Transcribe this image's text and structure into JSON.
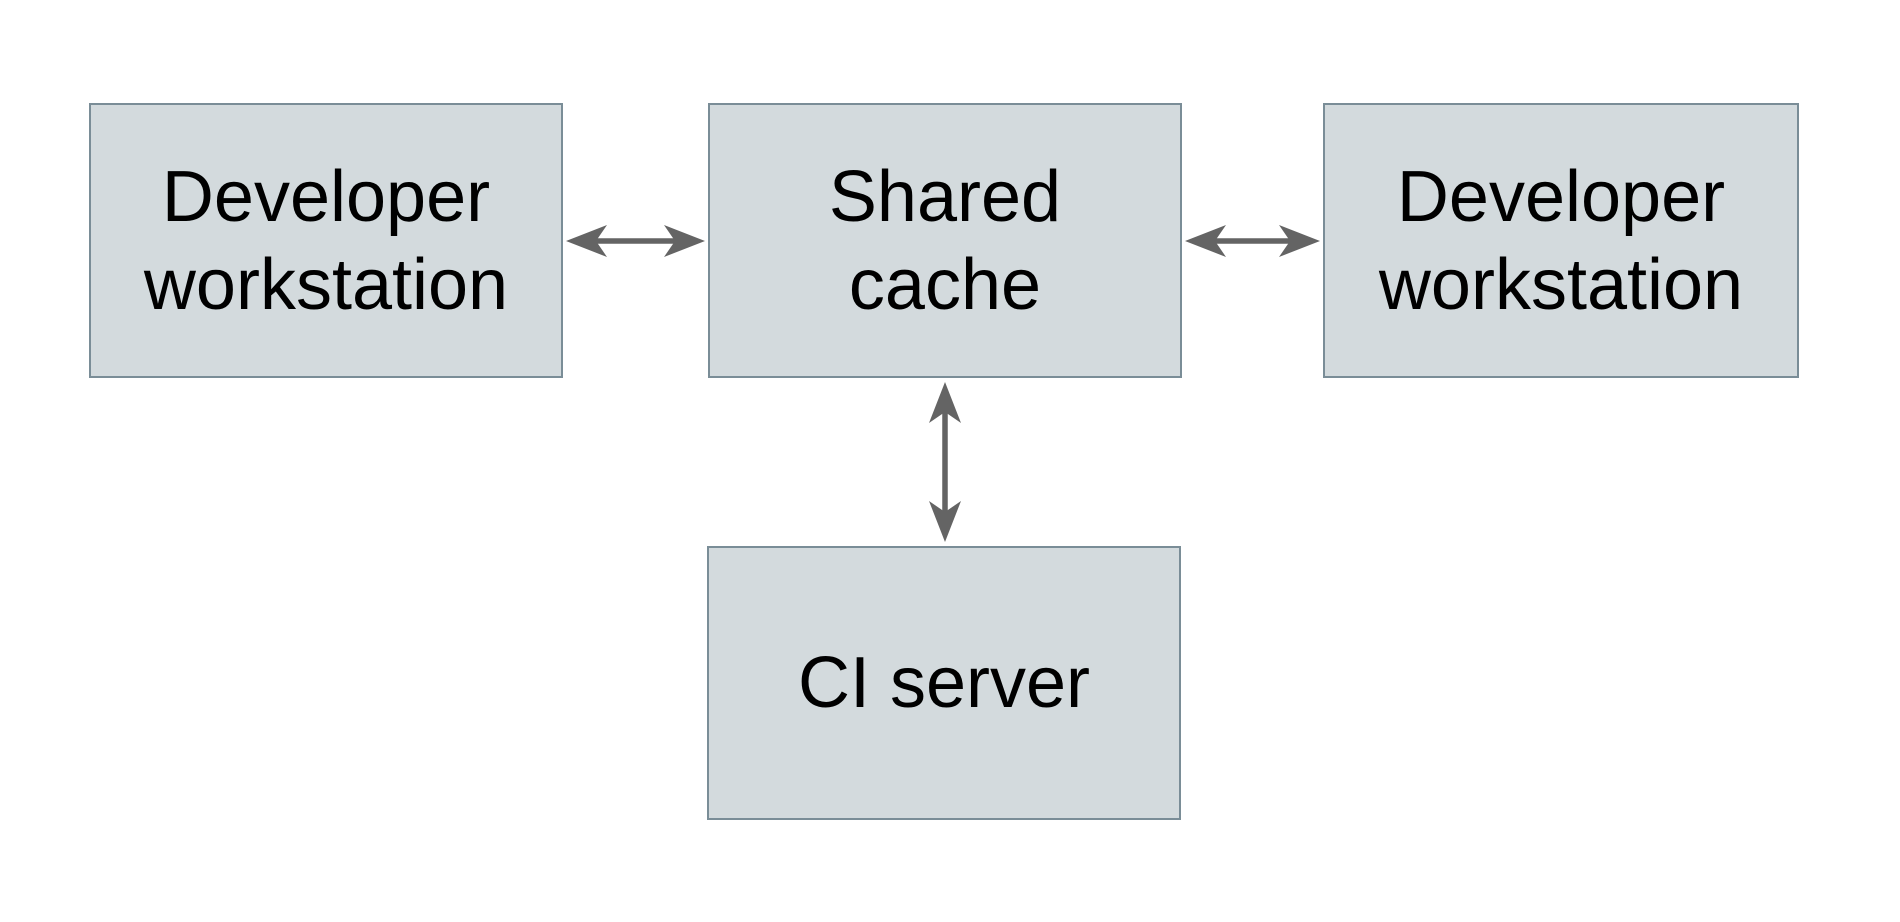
{
  "diagram": {
    "type": "architecture-diagram",
    "nodes": [
      {
        "id": "developer-workstation-left",
        "lines": [
          "Developer",
          "workstation"
        ]
      },
      {
        "id": "shared-cache",
        "lines": [
          "Shared",
          "cache"
        ]
      },
      {
        "id": "developer-workstation-right",
        "lines": [
          "Developer",
          "workstation"
        ]
      },
      {
        "id": "ci-server",
        "lines": [
          "CI server"
        ]
      }
    ],
    "edges": [
      {
        "from": "developer-workstation-left",
        "to": "shared-cache",
        "direction": "bidirectional"
      },
      {
        "from": "shared-cache",
        "to": "developer-workstation-right",
        "direction": "bidirectional"
      },
      {
        "from": "shared-cache",
        "to": "ci-server",
        "direction": "bidirectional"
      }
    ],
    "colors": {
      "background": "#ffffff",
      "node_fill": "#d3dadd",
      "node_border": "#7a8d97",
      "arrow": "#646464",
      "text": "#000000"
    }
  }
}
